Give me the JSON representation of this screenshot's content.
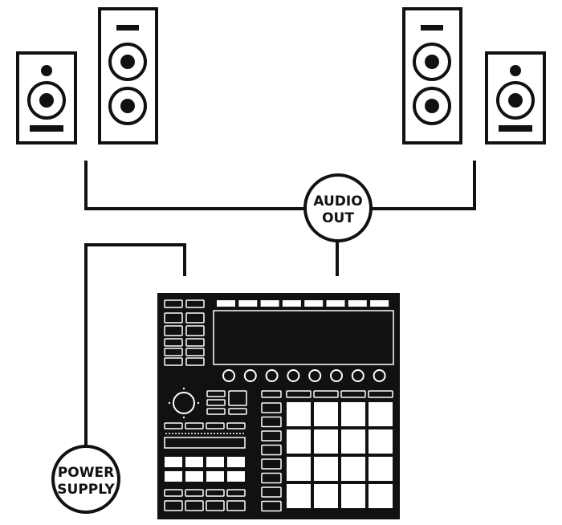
{
  "callouts": {
    "audio_out": {
      "line1": "AUDIO",
      "line2": "OUT"
    },
    "power_supply": {
      "line1": "POWER",
      "line2": "SUPPLY"
    }
  },
  "colors": {
    "ink": "#111111",
    "background": "#ffffff"
  },
  "speakers": [
    {
      "name": "left-monitor",
      "kind": "monitor"
    },
    {
      "name": "left-tower",
      "kind": "tower"
    },
    {
      "name": "right-tower",
      "kind": "tower"
    },
    {
      "name": "right-monitor",
      "kind": "monitor"
    }
  ],
  "device": {
    "screen_buttons": 8,
    "knobs": 8,
    "pad_grid": {
      "rows": 4,
      "cols": 4
    },
    "group_buttons": {
      "rows": 2,
      "cols": 4
    }
  }
}
